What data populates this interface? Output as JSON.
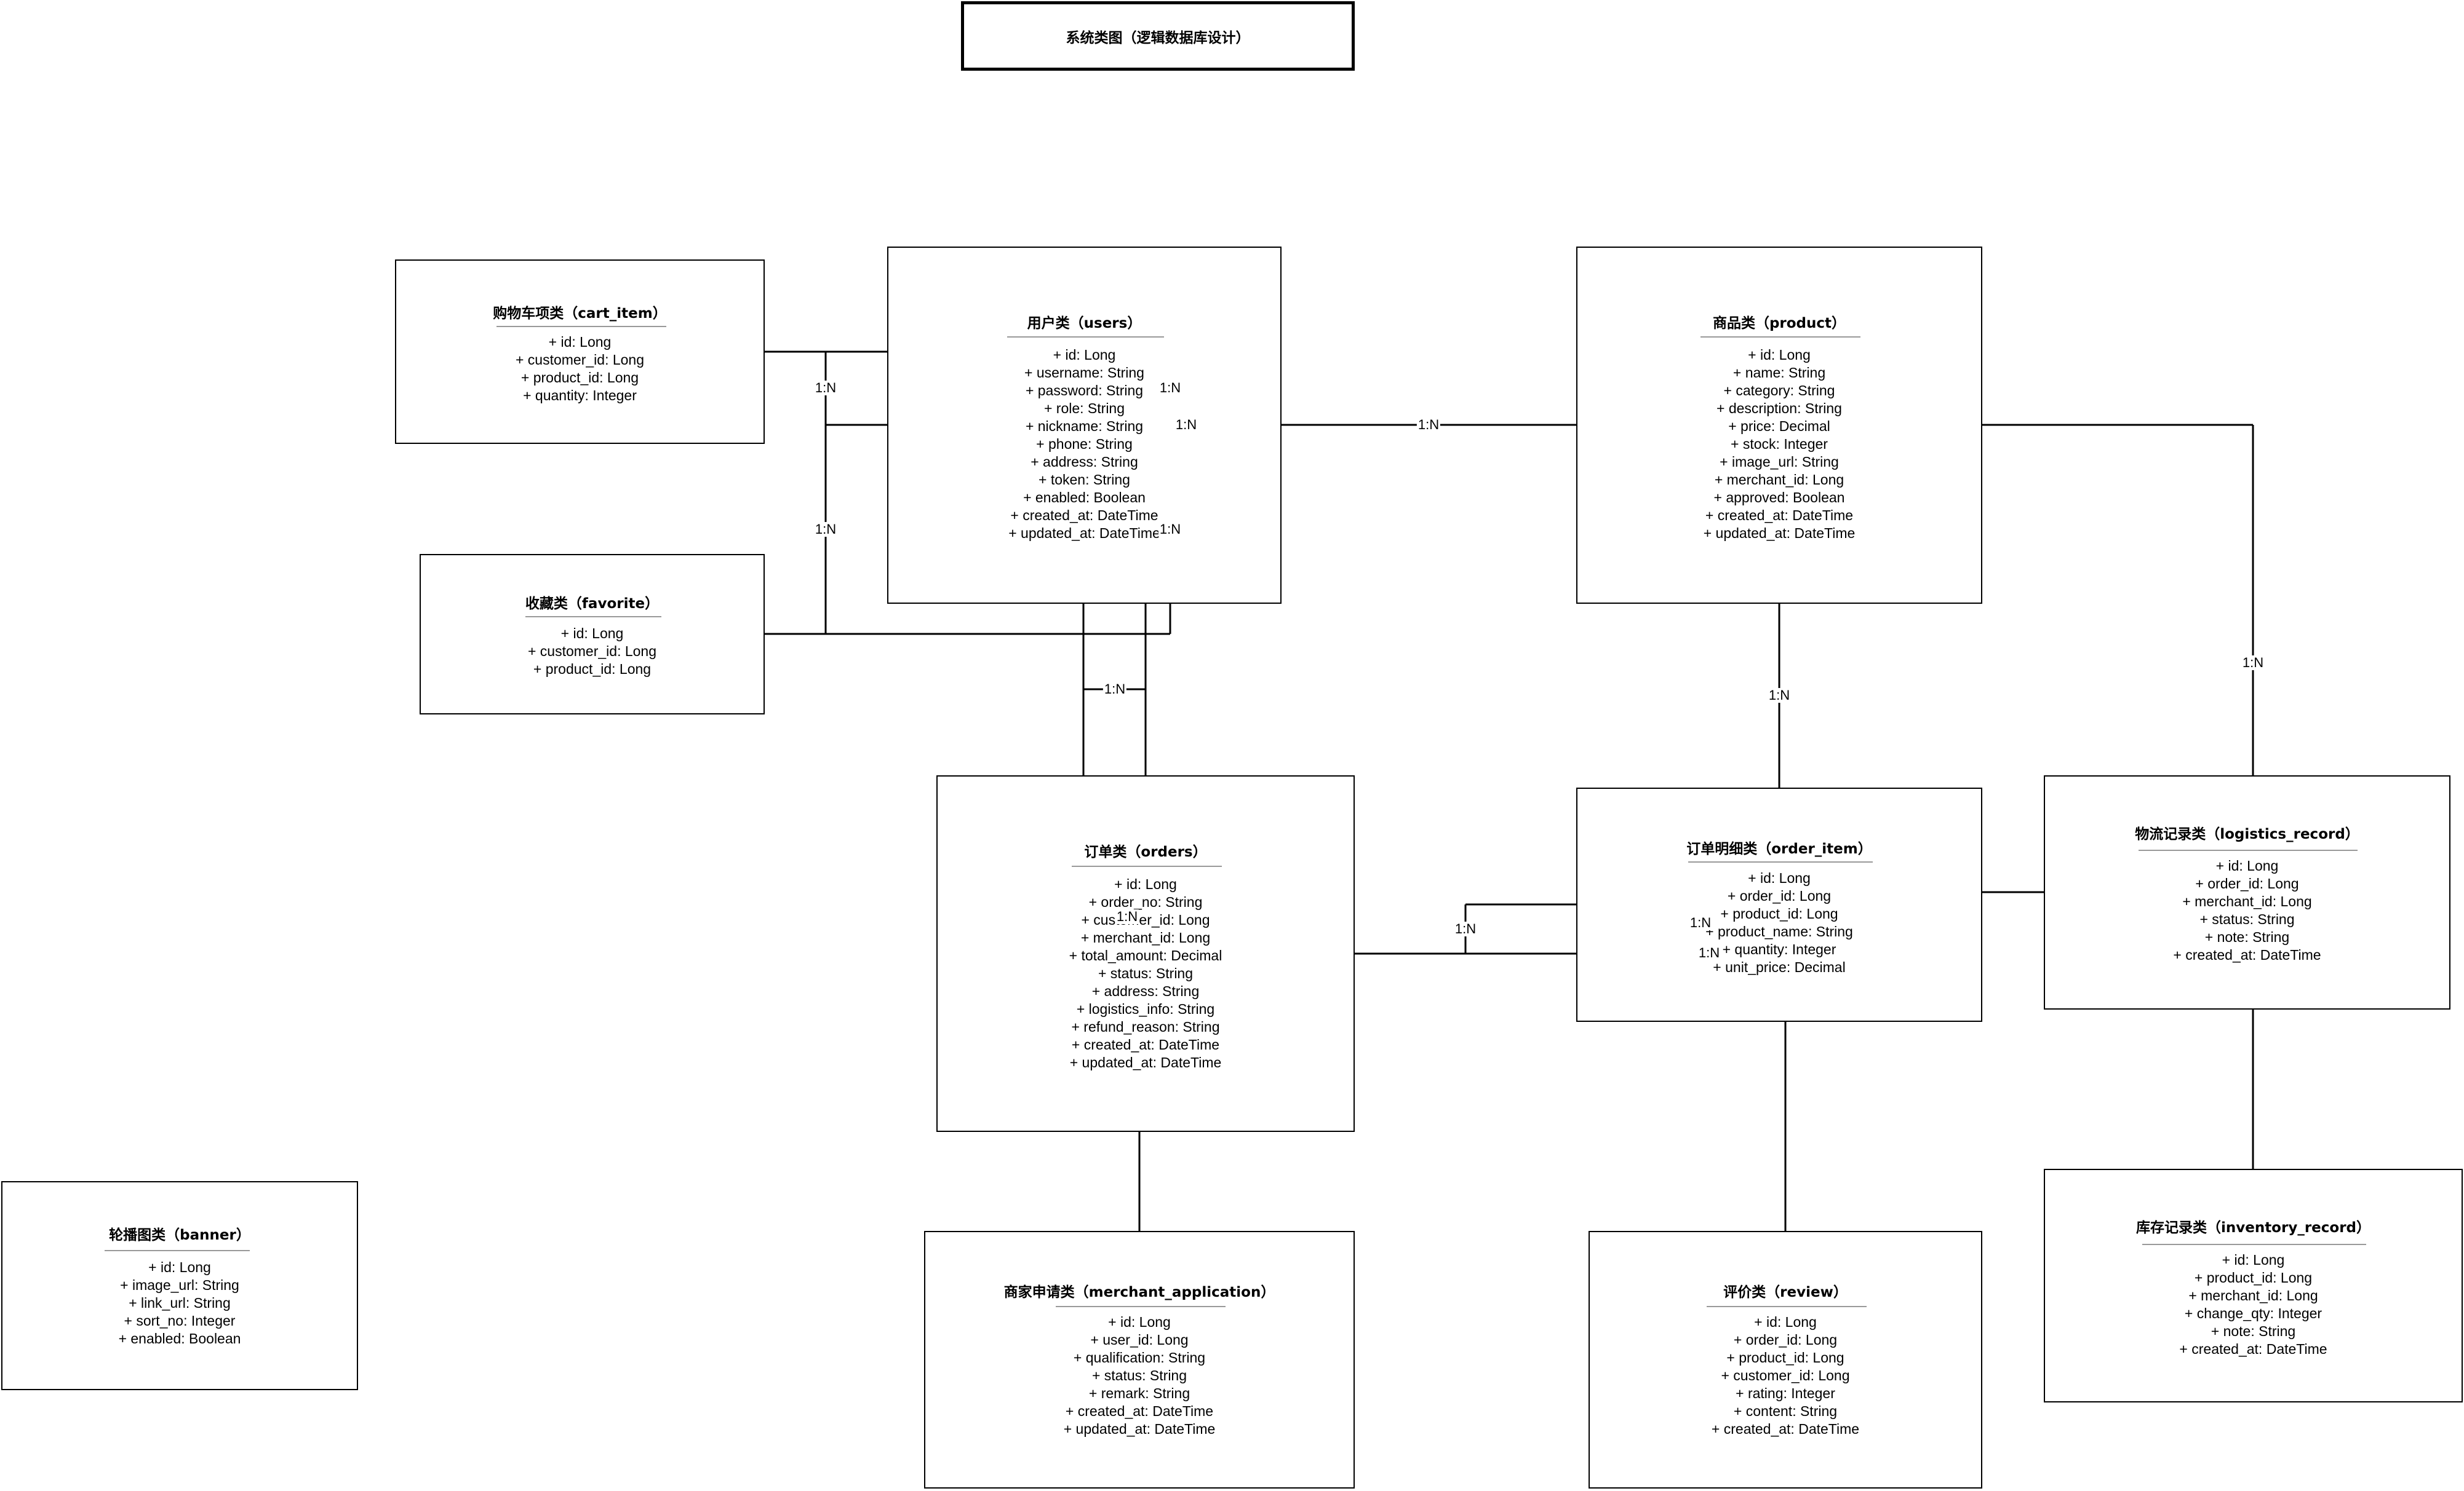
{
  "diagram_title": "系统类图（逻辑数据库设计）",
  "classes": {
    "cart_item": {
      "title": "购物车项类（cart_item）",
      "fields": [
        "+ id: Long",
        "+ customer_id: Long",
        "+ product_id: Long",
        "+ quantity: Integer"
      ]
    },
    "users": {
      "title": "用户类（users）",
      "fields": [
        "+ id: Long",
        "+ username: String",
        "+ password: String",
        "+ role: String",
        "+ nickname: String",
        "+ phone: String",
        "+ address: String",
        "+ token: String",
        "+ enabled: Boolean",
        "+ created_at: DateTime",
        "+ updated_at: DateTime"
      ]
    },
    "product": {
      "title": "商品类（product）",
      "fields": [
        "+ id: Long",
        "+ name: String",
        "+ category: String",
        "+ description: String",
        "+ price: Decimal",
        "+ stock: Integer",
        "+ image_url: String",
        "+ merchant_id: Long",
        "+ approved: Boolean",
        "+ created_at: DateTime",
        "+ updated_at: DateTime"
      ]
    },
    "favorite": {
      "title": "收藏类（favorite）",
      "fields": [
        "+ id: Long",
        "+ customer_id: Long",
        "+ product_id: Long"
      ]
    },
    "orders": {
      "title": "订单类（orders）",
      "fields": [
        "+ id: Long",
        "+ order_no: String",
        "+ customer_id: Long",
        "+ merchant_id: Long",
        "+ total_amount: Decimal",
        "+ status: String",
        "+ address: String",
        "+ logistics_info: String",
        "+ refund_reason: String",
        "+ created_at: DateTime",
        "+ updated_at: DateTime"
      ]
    },
    "order_item": {
      "title": "订单明细类（order_item）",
      "fields": [
        "+ id: Long",
        "+ order_id: Long",
        "+ product_id: Long",
        "+ product_name: String",
        "+ quantity: Integer",
        "+ unit_price: Decimal"
      ]
    },
    "logistics_record": {
      "title": "物流记录类（logistics_record）",
      "fields": [
        "+ id: Long",
        "+ order_id: Long",
        "+ merchant_id: Long",
        "+ status: String",
        "+ note: String",
        "+ created_at: DateTime"
      ]
    },
    "inventory_record": {
      "title": "库存记录类（inventory_record）",
      "fields": [
        "+ id: Long",
        "+ product_id: Long",
        "+ merchant_id: Long",
        "+ change_qty: Integer",
        "+ note: String",
        "+ created_at: DateTime"
      ]
    },
    "banner": {
      "title": "轮播图类（banner）",
      "fields": [
        "+ id: Long",
        "+ image_url: String",
        "+ link_url: String",
        "+ sort_no: Integer",
        "+ enabled: Boolean"
      ]
    },
    "merchant_application": {
      "title": "商家申请类（merchant_application）",
      "fields": [
        "+ id: Long",
        "+ user_id: Long",
        "+ qualification: String",
        "+ status: String",
        "+ remark: String",
        "+ created_at: DateTime",
        "+ updated_at: DateTime"
      ]
    },
    "review": {
      "title": "评价类（review）",
      "fields": [
        "+ id: Long",
        "+ order_id: Long",
        "+ product_id: Long",
        "+ customer_id: Long",
        "+ rating: Integer",
        "+ content: String",
        "+ created_at: DateTime"
      ]
    }
  },
  "relation_labels": [
    "1:N",
    "1:N",
    "1:N",
    "1:N",
    "1:N",
    "1:N",
    "1:N",
    "1:N",
    "1:N",
    "1:N",
    "1:N",
    "1:N",
    "1:N"
  ]
}
